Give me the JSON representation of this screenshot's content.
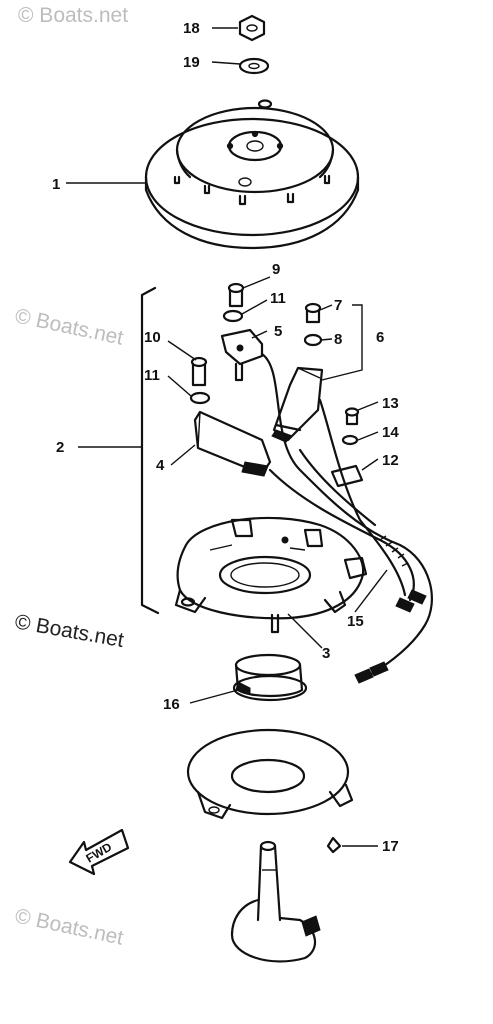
{
  "watermark": "© Boats.net",
  "direction_label": "FWD",
  "callouts": [
    "1",
    "2",
    "3",
    "4",
    "5",
    "6",
    "7",
    "8",
    "9",
    "10",
    "11",
    "11",
    "12",
    "13",
    "14",
    "15",
    "16",
    "17",
    "18",
    "19"
  ]
}
